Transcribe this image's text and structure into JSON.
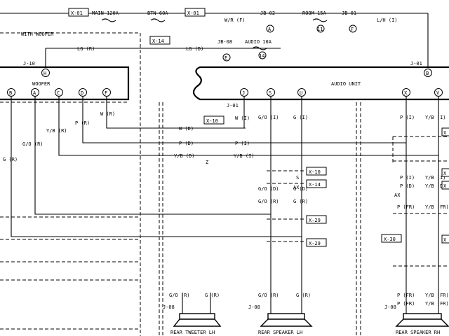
{
  "top_line": {
    "conn1": "X-01",
    "fuse_main": "MAIN 120A",
    "fuse_btn": "BTN 60A",
    "conn2": "X-01",
    "wire": "W/R (F)",
    "jb02": "JB-02",
    "jb02_pin": "A",
    "fuse_room": "ROOM 15A",
    "room_pin": "11",
    "jb01": "JB-01",
    "jb01_pin": "F",
    "wire2": "L/H (I)"
  },
  "second_line": {
    "woofer_label": "WITH WOOFER",
    "conn_x14": "X-14",
    "wire_lg_r": "LG (R)",
    "wire_lg_d": "LG (D)",
    "jb08": "JB-08",
    "jb08_pin": "E",
    "fuse_audio": "AUDIO 10A",
    "audio_pin": "14",
    "j10": "J-10",
    "j10_pin": "H",
    "j01": "J-01",
    "j01_pin": "B"
  },
  "units": {
    "woofer": "WOOFER",
    "audio": "AUDIO UNIT",
    "woofer_pins": [
      "B",
      "A",
      "C",
      "D",
      "F"
    ],
    "audio_pins": [
      "J",
      "S",
      "U",
      "X",
      "V"
    ],
    "j01_label": "J-01"
  },
  "wires": {
    "w_r": "W (R)",
    "p_r": "P (R)",
    "yb_r": "Y/B (R)",
    "go_r": "G/O (R)",
    "g_r": "G (R)",
    "w_d": "W (D)",
    "p_d": "P (D)",
    "yb_d": "Y/B (D)",
    "z": "Z",
    "x10": "X-10",
    "w_i": "W (I)",
    "p_i": "P (I)",
    "yb_i": "Y/B (I)",
    "go_i": "G/O (I)",
    "g_i": "G (I)",
    "s": "S",
    "x10b": "X-10",
    "go_d": "G/O (D)",
    "g_d": "G (D)",
    "ax": "AX",
    "x14": "X-14",
    "go_r2": "G/O (R)",
    "g_r2": "G (R)",
    "x29": "X-29",
    "x29b": "X-29",
    "right_p_i": "P (I)",
    "right_yb_i": "Y/B (I)",
    "right_p_i2": "P (I)",
    "right_yb_i2": "Y/B (I)",
    "right_p_d": "P (D)",
    "right_yb_d": "Y/B (D)",
    "right_ax": "AX",
    "right_p_fr": "P (FR)",
    "right_yb_fr": "Y/B (FR)",
    "x30": "X-30",
    "right_p_fr2": "P (FR)",
    "right_yb_fr2": "Y/B (FR)",
    "right_x_1": "X",
    "right_x_2": "X",
    "right_x_3": "X",
    "right_x_4": "X"
  },
  "speakers": {
    "tweeter_go": "G/O (R)",
    "tweeter_g": "G (R)",
    "tweeter_j": "J-08",
    "tweeter_label": "REAR TWEETER LH",
    "spk_lh_go": "G/O (R)",
    "spk_lh_g": "G (R)",
    "spk_lh_j": "J-08",
    "spk_lh_label": "REAR SPEAKER LH",
    "spk_rh_p": "P (FR)",
    "spk_rh_yb": "Y/B (FR)",
    "spk_rh_j": "J-08",
    "spk_rh_label": "REAR SPEAKER RH"
  }
}
